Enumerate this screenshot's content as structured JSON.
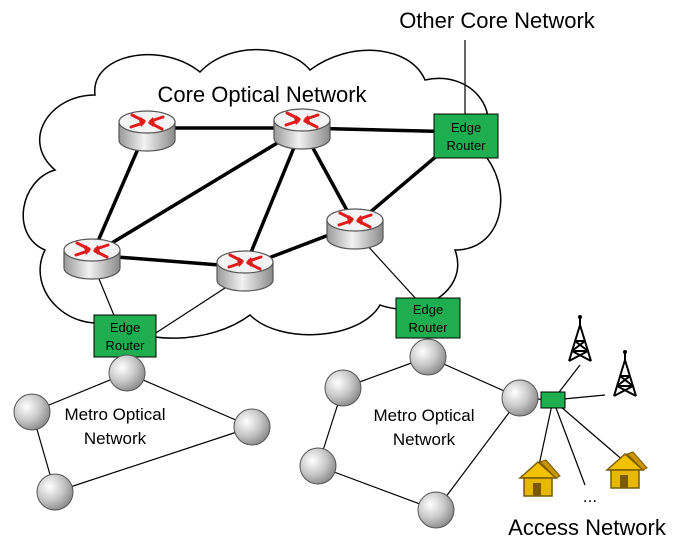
{
  "labels": {
    "core_network": "Core Optical Network",
    "other_core_network": "Other Core Network",
    "metro_left_line1": "Metro Optical",
    "metro_left_line2": "Network",
    "metro_right_line1": "Metro Optical",
    "metro_right_line2": "Network",
    "access_network": "Access Network",
    "ellipsis": "..."
  },
  "edge_routers": [
    {
      "line1": "Edge",
      "line2": "Router"
    },
    {
      "line1": "Edge",
      "line2": "Router"
    },
    {
      "line1": "Edge",
      "line2": "Router"
    }
  ],
  "colors": {
    "edge_router_fill": "#1fae4f",
    "router_body": "#e6e6e6",
    "router_arrows": "#e01b1b",
    "metro_node": "#b0b0b0",
    "house": "#e6b800",
    "access_switch": "#1fae4f"
  },
  "icons": [
    "router-icon",
    "edge-router-box",
    "metro-node",
    "cell-tower-icon",
    "house-icon"
  ]
}
